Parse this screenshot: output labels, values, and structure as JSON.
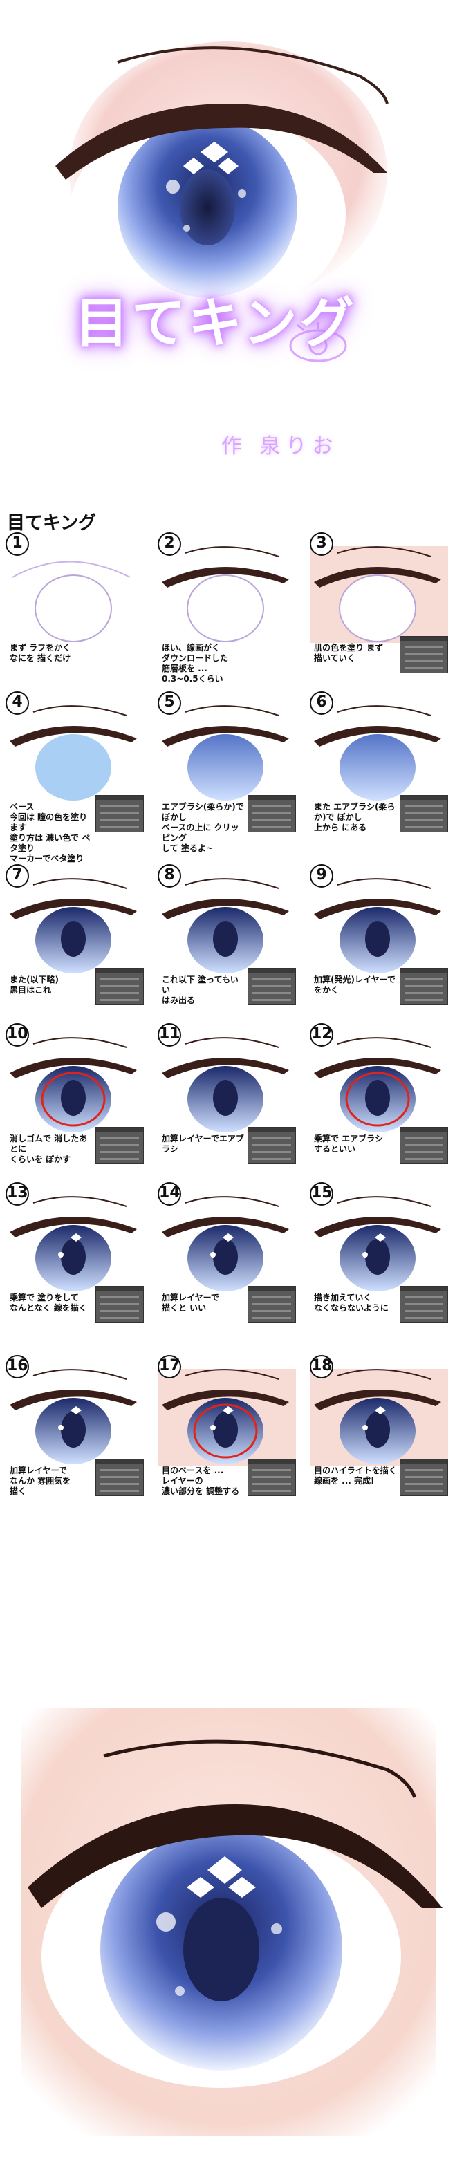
{
  "header": {
    "title": "目てキング",
    "author": "作 泉りお"
  },
  "section_title": "目てキング",
  "steps": [
    {
      "num": "1",
      "note": "まず ラフをかく\nなにを 描くだけ"
    },
    {
      "num": "2",
      "note": "ほい、線画がく\nダウンロードした\n筋層板を ...\n0.3~0.5くらい"
    },
    {
      "num": "3",
      "note": "肌の色を塗り まず\n描いていく"
    },
    {
      "num": "4",
      "note": "ベース\n今回は 瞳の色を塗ります\n塗り方は 濃い色で ベタ塗り\nマーカーでベタ塗り"
    },
    {
      "num": "5",
      "note": "エアブラシ(柔らか)でぼかし\nベースの上に クリッピング\nして 塗るよ~"
    },
    {
      "num": "6",
      "note": "また エアブラシ(柔らか)で ぼかし\n上から にある"
    },
    {
      "num": "7",
      "note": "また(以下略)\n黒目はこれ"
    },
    {
      "num": "8",
      "note": "これ以下 塗ってもいい\nはみ出る"
    },
    {
      "num": "9",
      "note": "加算(発光)レイヤーで\nをかく"
    },
    {
      "num": "10",
      "note": "消しゴムで 消したあとに\nくらいを ぼかす"
    },
    {
      "num": "11",
      "note": "加算レイヤーでエアブラシ"
    },
    {
      "num": "12",
      "note": "乗算で エアブラシ\nするといい"
    },
    {
      "num": "13",
      "note": "乗算で 塗りをして\nなんとなく 線を描く"
    },
    {
      "num": "14",
      "note": "加算レイヤーで\n描くと いい"
    },
    {
      "num": "15",
      "note": "描き加えていく\nなくならないように"
    },
    {
      "num": "16",
      "note": "加算レイヤーで\nなんか 雰囲気を\n描く"
    },
    {
      "num": "17",
      "note": "目のベースを ...\nレイヤーの\n濃い部分を 調整する"
    },
    {
      "num": "18",
      "note": "目のハイライトを描く\n線画を ... 完成!"
    }
  ],
  "colors": {
    "skin": "#f7dcd6",
    "iris_dark": "#1c2a6b",
    "iris_mid": "#5574c8",
    "iris_light": "#cfe0ff",
    "base_light": "#a9cff4",
    "lash": "#3a1e1a",
    "glow": "#c470ff",
    "red_marker": "#e0241a"
  }
}
